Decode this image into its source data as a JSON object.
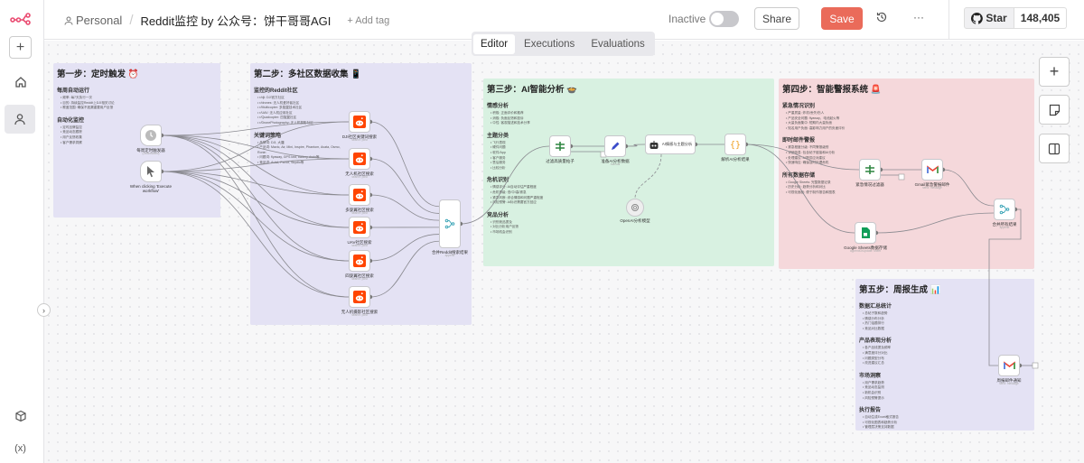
{
  "header": {
    "project": "Personal",
    "workflow_title": "Reddit监控 by 公众号：饼干哥哥AGI",
    "add_tag": "+ Add tag",
    "active_label": "Inactive",
    "active": false,
    "share": "Share",
    "save": "Save",
    "more": "···",
    "github_star": "Star",
    "github_count": "148,405",
    "accent_color": "#ea6b5a"
  },
  "tabs": [
    {
      "label": "Editor",
      "active": true
    },
    {
      "label": "Executions",
      "active": false
    },
    {
      "label": "Evaluations",
      "active": false
    }
  ],
  "sidebar": {
    "icons": [
      "n8n-logo-icon",
      "add-icon",
      "home-icon",
      "user-icon",
      "package-icon",
      "variables-icon"
    ]
  },
  "notes": [
    {
      "title": "第一步：定时触发 ⏰",
      "color": "#e4e2f4",
      "sections": [
        {
          "heading": "每周自动运行",
          "items": [
            "频率: 每7天执行一次",
            "目的: 持续监控Reddit上DJI相关讨论",
            "覆盖范围: 确保不遗漏重要用户反馈"
          ]
        },
        {
          "heading": "自动化监控",
          "items": [
            "定时品牌监控",
            "竞品动态跟踪",
            "用户反馈收集",
            "客户需求洞察"
          ]
        }
      ]
    },
    {
      "title": "第二步：多社区数据收集 📱",
      "color": "#e4e2f4",
      "sections": [
        {
          "heading": "监控的Reddit社区",
          "items": [
            "r/dji: DJI官方社区",
            "r/drones: 无人机爱好者社区",
            "r/Multicopter: 多旋翼技术社区",
            "r/UAV: 无人机应用社区",
            "r/Quadcopter: 四旋翼社区",
            "r/DronePhotography: 无人机摄影社区"
          ]
        },
        {
          "heading": "关键词策略",
          "items": [
            "品牌词: DJI, 大疆",
            "产品词: Mavic, Air, Mini, Inspire, Phantom, Avata, Osmo, Ronin",
            "问题词: flyaway, GPS lost, battery drain等",
            "竞品词: Autel, Parrot, Skydio等"
          ]
        }
      ]
    },
    {
      "title": "第三步：AI智能分析 🍲",
      "color": "#d8f1e1",
      "sections": [
        {
          "heading": "情感分析",
          "items": [
            "积极: 正面评价和推荐",
            "消极: 负面反馈和投诉",
            "中性: 客观描述和技术分享"
          ]
        },
        {
          "heading": "主题分类",
          "items": [
            "飞行表现",
            "硬件问题",
            "软件/App",
            "客户服务",
            "售后服务",
            "比较分析"
          ]
        },
        {
          "heading": "危机识别",
          "items": [
            "情感评分: AI自动评估严重程度",
            "危机等级: 低/中/高/紧急",
            "紧急判断: 综合情感和问题严重程度",
            "风险预警: AI标识需要官方回应"
          ]
        },
        {
          "heading": "竞品分析",
          "items": [
            "识别竞品提及",
            "对比分析用户反馈",
            "市场机会识别"
          ]
        }
      ]
    },
    {
      "title": "第四步：智能警报系统 🚨",
      "color": "#f5d8db",
      "sections": [
        {
          "heading": "紧急情况识别",
          "items": [
            "严重质量: 炸机/丢失/伤人",
            "产品安全问题: flyaway、电池起火等",
            "大量负面集中: 短期内大量负面",
            "知名用户负面: 高影响力用户的负面评价"
          ]
        },
        {
          "heading": "即时邮件警报",
          "items": [
            "紧急程度分级: 不同警报级别",
            "详细信息: 包含帖子链接和AI分析",
            "处理建议: AI提供应对建议",
            "快速响应: 确保及时处理危机"
          ]
        },
        {
          "heading": "所有数据存储",
          "items": [
            "Google Sheets: 完整数据记录",
            "历史分析: 趋势分析和对比",
            "可视化面板: 便于制作报告和图表"
          ]
        }
      ]
    },
    {
      "title": "第五步：周报生成 📊",
      "color": "#e4e2f4",
      "sections": [
        {
          "heading": "数据汇总统计",
          "items": [
            "总帖子数和趋势",
            "情感分布分析",
            "热门话题排行",
            "竞品对比数据"
          ]
        },
        {
          "heading": "产品表现分析",
          "items": [
            "各产品线提及频率",
            "满意度评分对比",
            "问题类型分布",
            "改进建议汇总"
          ]
        },
        {
          "heading": "市场洞察",
          "items": [
            "用户需求趋势",
            "竞品动态监测",
            "新机会识别",
            "风险预警提示"
          ]
        },
        {
          "heading": "执行报告",
          "items": [
            "自动生成Excel格式报告",
            "可视化图表和趋势分析",
            "管理层决策支持数据"
          ]
        }
      ]
    }
  ],
  "nodes": {
    "schedule": {
      "label": "每周定时触发器",
      "sub": "(Deactivated)",
      "icon": "clock-icon"
    },
    "manual": {
      "label": "When clicking 'Execute workflow'",
      "sub": "",
      "icon": "cursor-icon"
    },
    "r1": {
      "label": "DJI社区关键词搜索",
      "sub": "search: post",
      "icon": "reddit-icon"
    },
    "r2": {
      "label": "无人机社区搜索",
      "sub": "search: post",
      "icon": "reddit-icon"
    },
    "r3": {
      "label": "多旋翼社区搜索",
      "sub": "search: post",
      "icon": "reddit-icon"
    },
    "r4": {
      "label": "UAV社区搜索",
      "sub": "search: post",
      "icon": "reddit-icon"
    },
    "r5": {
      "label": "四旋翼社区搜索",
      "sub": "search: post",
      "icon": "reddit-icon"
    },
    "r6": {
      "label": "无人机摄影社区搜索",
      "sub": "search: post",
      "icon": "reddit-icon"
    },
    "merge1": {
      "label": "合并Reddit搜索结果",
      "sub": "append",
      "icon": "merge-icon"
    },
    "filter": {
      "label": "过滤高质量帖子",
      "sub": "",
      "icon": "filter-icon"
    },
    "prep": {
      "label": "准备AI分析数据",
      "sub": "manual",
      "icon": "pen-icon"
    },
    "agent": {
      "label": "AI情感与主题分析",
      "sub": "",
      "icon": "robot-icon"
    },
    "openai": {
      "label": "OpenAI分析模型",
      "sub": "",
      "icon": "openai-icon"
    },
    "parse": {
      "label": "解析AI分析结果",
      "sub": "",
      "icon": "code-icon"
    },
    "urgent": {
      "label": "紧急情况过滤器",
      "sub": "",
      "icon": "filter-icon"
    },
    "gmail": {
      "label": "Gmail紧急警报邮件",
      "sub": "send: message",
      "icon": "gmail-icon"
    },
    "sheets": {
      "label": "Google Sheets数据存储",
      "sub": "appendOrUpdate: sheet",
      "icon": "sheets-icon"
    },
    "merge2": {
      "label": "合并所有结果",
      "sub": "append",
      "icon": "merge-icon"
    },
    "weekly": {
      "label": "周报邮件通知",
      "sub": "send: message",
      "icon": "gmail-icon"
    }
  },
  "canvas_controls": [
    "zoom-in-icon",
    "sticky-note-icon",
    "panel-toggle-icon"
  ]
}
